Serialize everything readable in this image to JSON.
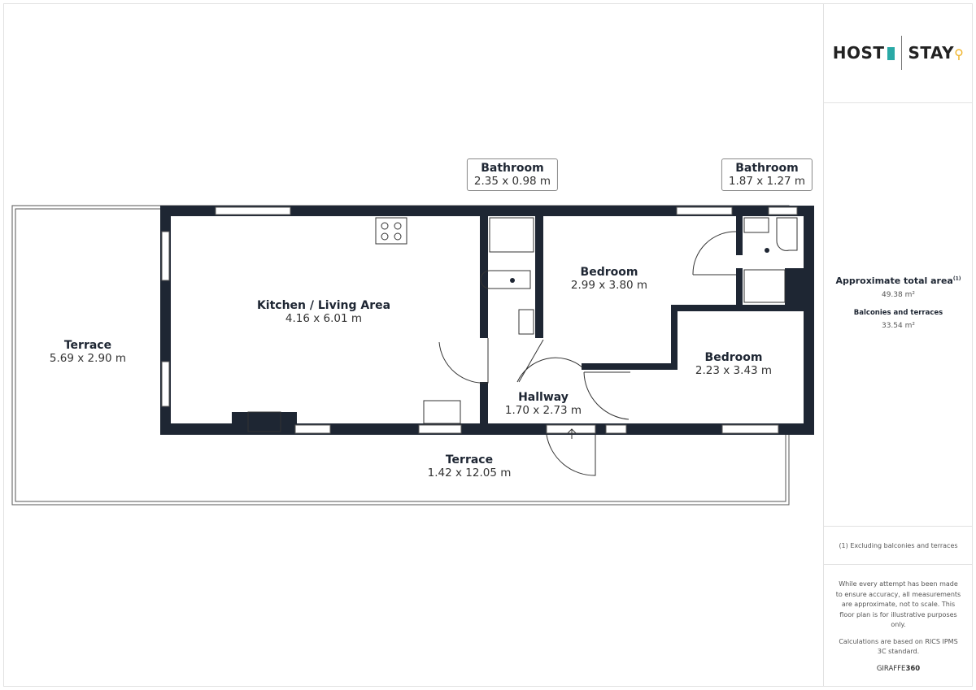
{
  "brand": {
    "left": "HOST",
    "right": "STAY"
  },
  "rooms": [
    {
      "name": "Terrace",
      "dims": "5.69 x 2.90 m"
    },
    {
      "name": "Kitchen / Living Area",
      "dims": "4.16 x 6.01 m"
    },
    {
      "name": "Bathroom",
      "dims": "2.35 x 0.98 m"
    },
    {
      "name": "Bedroom",
      "dims": "2.99 x 3.80 m"
    },
    {
      "name": "Bathroom",
      "dims": "1.87 x 1.27 m"
    },
    {
      "name": "Bedroom",
      "dims": "2.23 x 3.43 m"
    },
    {
      "name": "Hallway",
      "dims": "1.70 x 2.73 m"
    },
    {
      "name": "Terrace",
      "dims": "1.42 x 12.05 m"
    }
  ],
  "summary": {
    "total_label": "Approximate total area",
    "total_note_mark": "(1)",
    "total_value": "49.38 m²",
    "balcony_label": "Balconies and terraces",
    "balcony_value": "33.54 m²",
    "footnote": "(1) Excluding balconies and terraces",
    "disclaimer": "While every attempt has been made to ensure accuracy, all measurements are approximate, not to scale. This floor plan is for illustrative purposes only.",
    "calc_note": "Calculations are based on RICS IPMS 3C standard.",
    "credit_a": "GIRAFFE",
    "credit_b": "360"
  },
  "colors": {
    "wall": "#1e2633",
    "teal": "#2aa9a6",
    "gold": "#f0b429"
  }
}
